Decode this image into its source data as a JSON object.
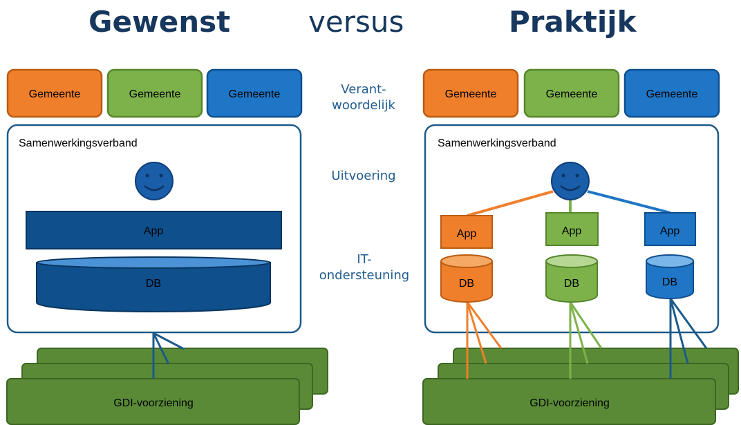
{
  "header": {
    "left_title": "Gewenst",
    "middle_title": "versus",
    "right_title": "Praktijk"
  },
  "middle_labels": {
    "responsible": "Verant-\nwoordelijk",
    "execution": "Uitvoering",
    "it_support": "IT-\nondersteuning"
  },
  "colors": {
    "orange": "#f07f2b",
    "orange_dark": "#b95c12",
    "green": "#7db24a",
    "green_dark": "#56862c",
    "blue": "#1f76c6",
    "blue_dark": "#0f4f8e",
    "navy": "#0e4f8c",
    "gdi": "#5a8a36",
    "gdi_dark": "#3d6622",
    "frame": "#1b5a8a",
    "title": "#17375e"
  },
  "left_panel": {
    "municipalities": [
      "Gemeente",
      "Gemeente",
      "Gemeente"
    ],
    "partnership_label": "Samenwerkingsverband",
    "user_icon": "smiley-user-icon",
    "app_label": "App",
    "db_label": "DB",
    "gdi_label": "GDI-voorziening"
  },
  "right_panel": {
    "municipalities": [
      "Gemeente",
      "Gemeente",
      "Gemeente"
    ],
    "partnership_label": "Samenwerkingsverband",
    "user_icon": "smiley-user-icon",
    "app_labels": [
      "App",
      "App",
      "App"
    ],
    "db_labels": [
      "DB",
      "DB",
      "DB"
    ],
    "gdi_label": "GDI-voorziening"
  }
}
